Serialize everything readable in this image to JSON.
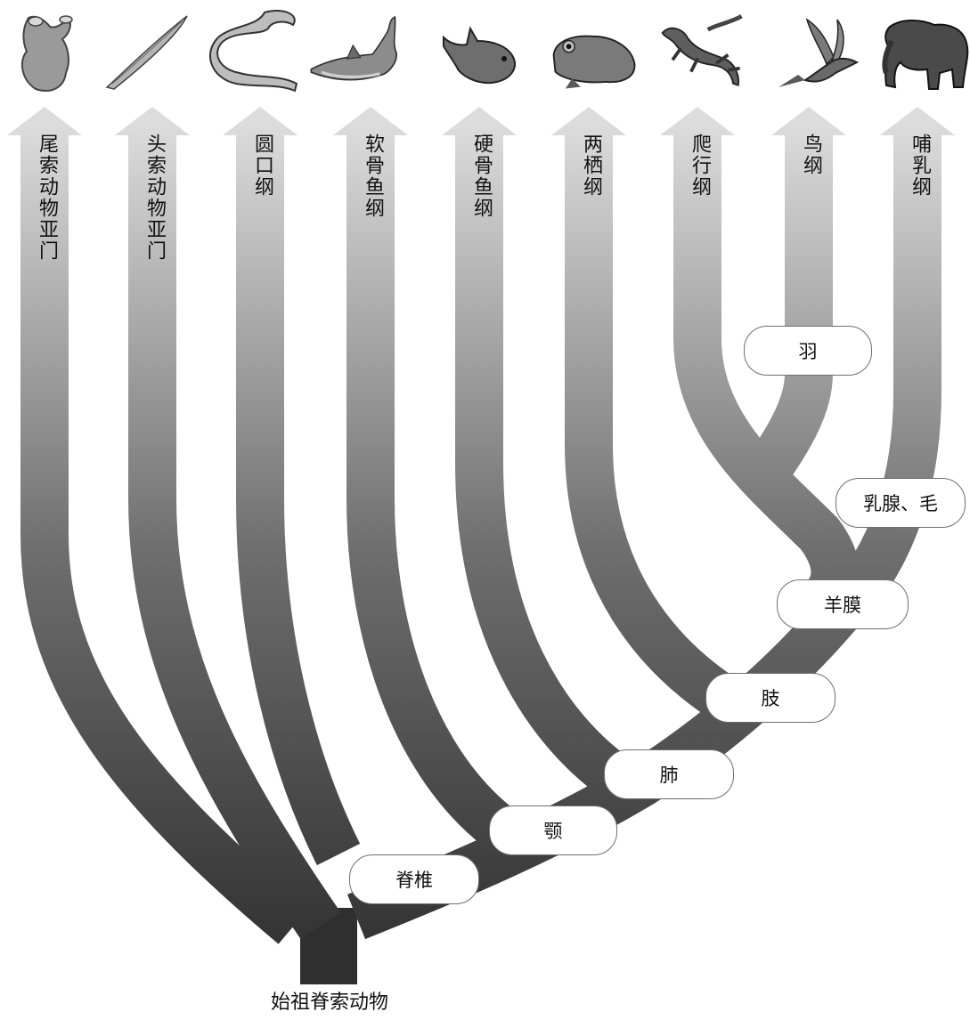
{
  "root_label": "始祖脊索动物",
  "groups": [
    {
      "label": "尾索动物亚门",
      "icon": "tunicate-icon"
    },
    {
      "label": "头索动物亚门",
      "icon": "lancelet-icon"
    },
    {
      "label": "圆口纲",
      "icon": "lamprey-icon"
    },
    {
      "label": "软骨鱼纲",
      "icon": "shark-icon"
    },
    {
      "label": "硬骨鱼纲",
      "icon": "bony-fish-icon"
    },
    {
      "label": "两栖纲",
      "icon": "frog-icon"
    },
    {
      "label": "爬行纲",
      "icon": "lizard-icon"
    },
    {
      "label": "鸟纲",
      "icon": "bird-icon"
    },
    {
      "label": "哺乳纲",
      "icon": "elephant-icon"
    }
  ],
  "traits": {
    "vertebra": "脊椎",
    "jaw": "颚",
    "lung": "肺",
    "limb": "肢",
    "amnion": "羊膜",
    "mammary": "乳腺、毛",
    "feather": "羽"
  },
  "colors": {
    "branch_dark": "#3a3a3a",
    "branch_light": "#d2d2d2",
    "trunk": "#2f2f2f"
  }
}
